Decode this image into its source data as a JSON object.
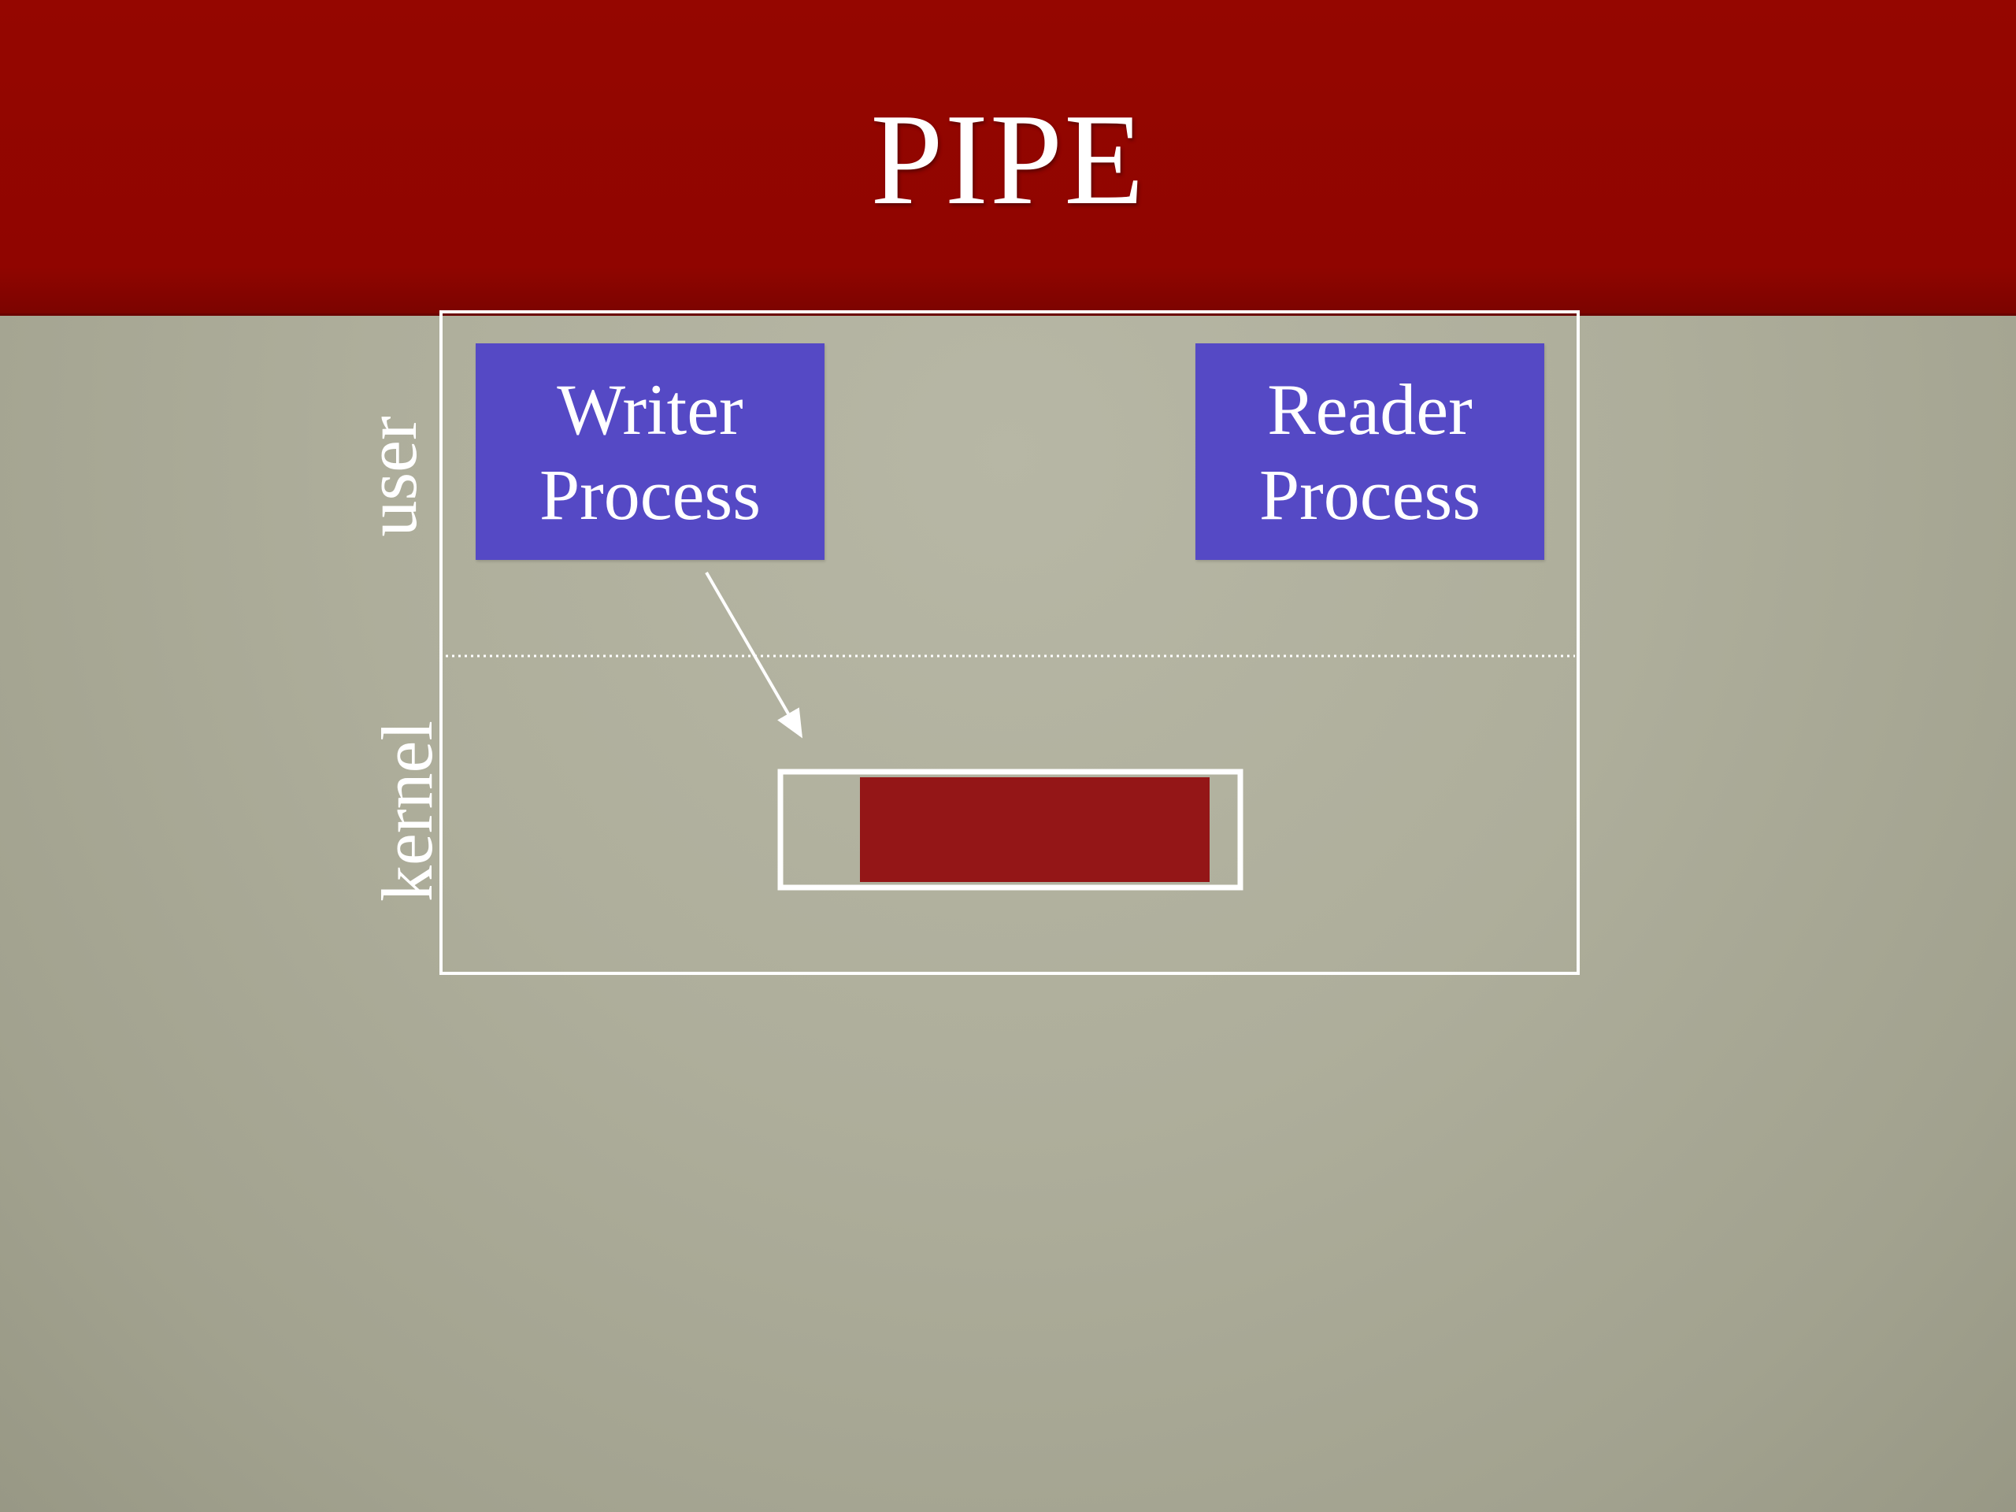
{
  "slide": {
    "title": "PIPE"
  },
  "diagram": {
    "writer": {
      "line1": "Writer",
      "line2": "Process"
    },
    "reader": {
      "line1": "Reader",
      "line2": "Process"
    },
    "user_label": "user",
    "kernel_label": "kernel"
  },
  "colors": {
    "title_bar": "#930600",
    "process_box": "#5549c5",
    "buffer_fill": "#941617",
    "background": "#acac99"
  }
}
